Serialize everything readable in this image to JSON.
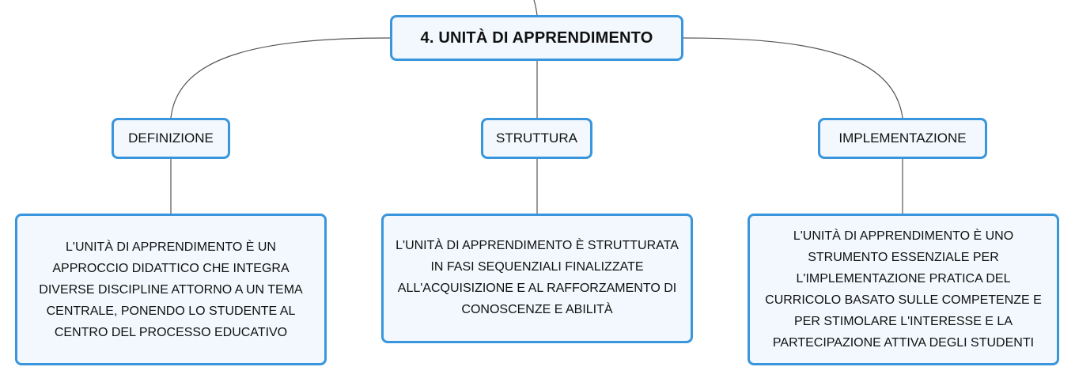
{
  "root": {
    "label": "4. UNITÀ DI APPRENDIMENTO"
  },
  "branches": [
    {
      "label": "DEFINIZIONE",
      "detail": "L'UNITÀ DI APPRENDIMENTO È UN\nAPPROCCIO DIDATTICO CHE INTEGRA\nDIVERSE DISCIPLINE ATTORNO A UN TEMA\nCENTRALE, PONENDO LO STUDENTE AL\nCENTRO DEL PROCESSO EDUCATIVO"
    },
    {
      "label": "STRUTTURA",
      "detail": "L'UNITÀ DI APPRENDIMENTO È STRUTTURATA\nIN FASI SEQUENZIALI FINALIZZATE\nALL'ACQUISIZIONE E AL RAFFORZAMENTO DI\nCONOSCENZE E ABILITÀ"
    },
    {
      "label": "IMPLEMENTAZIONE",
      "detail": "L'UNITÀ DI APPRENDIMENTO È UNO\nSTRUMENTO ESSENZIALE PER\nL'IMPLEMENTAZIONE PRATICA DEL\nCURRICOLO BASATO SULLE COMPETENZE E\nPER STIMOLARE L'INTERESSE E LA\nPARTECIPAZIONE ATTIVA DEGLI STUDENTI"
    }
  ],
  "colors": {
    "node_border": "#3a96dc",
    "node_fill": "#f2f8fd",
    "connector": "#555555"
  }
}
